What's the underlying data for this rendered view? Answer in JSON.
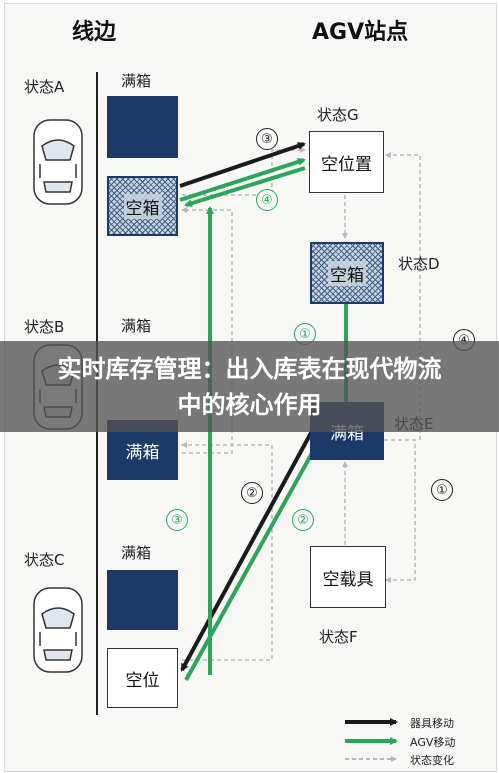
{
  "headers": {
    "line_side": "线边",
    "agv_station": "AGV站点"
  },
  "line_states": [
    {
      "state": "状态A",
      "label": "满箱",
      "box": "空箱",
      "box_style": "empty"
    },
    {
      "state": "状态B",
      "label": "满箱",
      "box": "满箱",
      "box_style": "full"
    },
    {
      "state": "状态C",
      "label": "满箱",
      "box": "空位",
      "box_style": "outline"
    }
  ],
  "agv_states": {
    "g": {
      "state": "状态G",
      "box": "空位置"
    },
    "d": {
      "state": "状态D",
      "box": "空箱"
    },
    "e": {
      "state": "状态E",
      "box": "满箱"
    },
    "f": {
      "state": "状态F",
      "box": "空载具"
    }
  },
  "step_markers": [
    "③",
    "④",
    "①",
    "④",
    "②",
    "②",
    "③",
    "①"
  ],
  "legend": [
    "器具移动",
    "AGV移动",
    "状态变化"
  ],
  "banner_title": "实时库存管理：出入库表在现代物流中的核心作用",
  "colors": {
    "navy": "#1c3968",
    "green": "#2aa55a",
    "black": "#1a1a1a",
    "dashed_gray": "#b8b8b8"
  }
}
